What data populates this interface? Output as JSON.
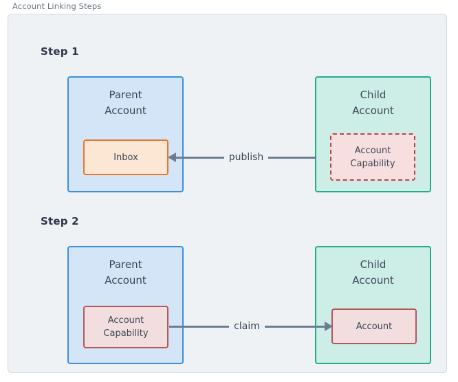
{
  "figure": {
    "title": "Account Linking Steps"
  },
  "steps": [
    {
      "label": "Step 1",
      "left_node": {
        "title": "Parent\nAccount",
        "chip": {
          "label": "Inbox"
        }
      },
      "right_node": {
        "title": "Child\nAccount",
        "chip": {
          "label": "Account\nCapability"
        }
      },
      "arrow": {
        "label": "publish",
        "direction": "left"
      }
    },
    {
      "label": "Step 2",
      "left_node": {
        "title": "Parent\nAccount",
        "chip": {
          "label": "Account\nCapability"
        }
      },
      "right_node": {
        "title": "Child\nAccount",
        "chip": {
          "label": "Account"
        }
      },
      "arrow": {
        "label": "claim",
        "direction": "right"
      }
    }
  ],
  "colors": {
    "page_background": "#ffffff",
    "frame_background": "#eef2f5",
    "frame_border": "#cfd8e0",
    "parent_fill": "#d4e5f7",
    "parent_border": "#3b8fdd",
    "child_fill": "#cdeee6",
    "child_border": "#22ab8c",
    "inbox_fill": "#fce7d5",
    "inbox_border": "#e8762c",
    "capability_fill": "#f7dfdf",
    "capability_border": "#b5484a",
    "account_fill": "#f2dede",
    "account_border": "#b5565a",
    "arrow": "#6b7d91",
    "text": "#3b4754",
    "step_label_text": "#2d3748",
    "title_text": "#6b7785"
  }
}
